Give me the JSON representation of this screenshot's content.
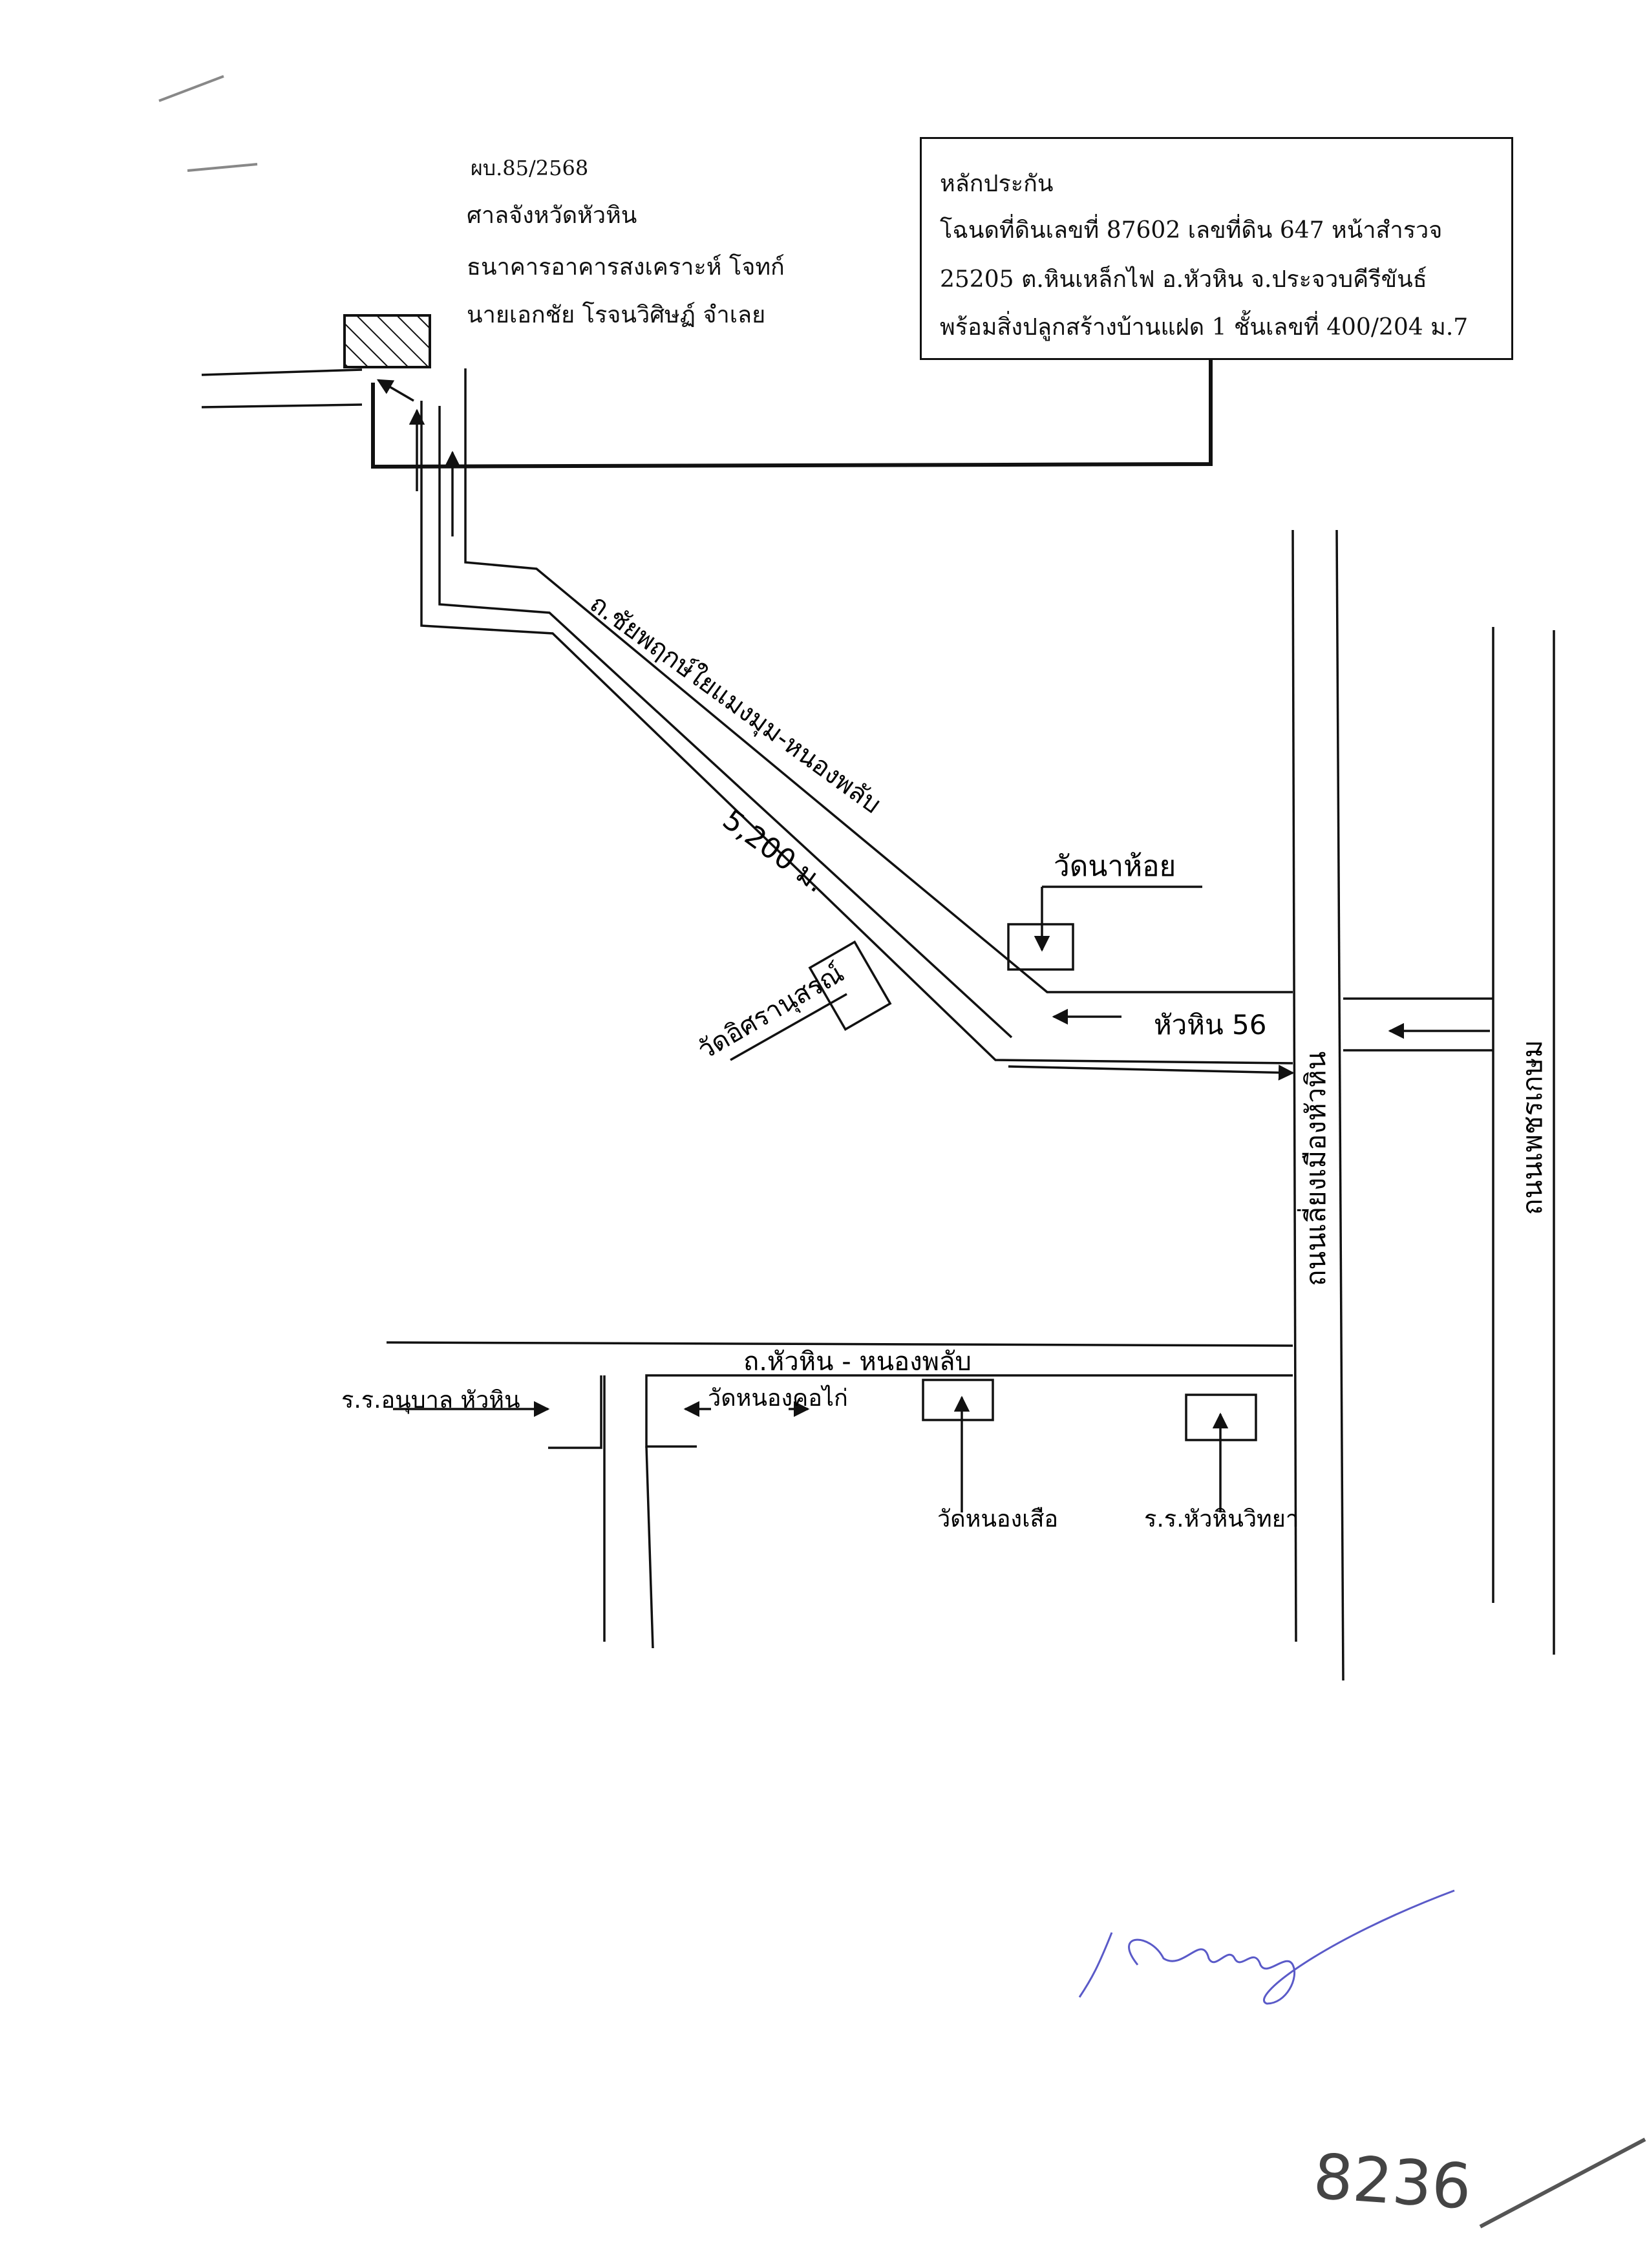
{
  "case": {
    "number": "ผบ.85/2568",
    "court": "ศาลจังหวัดหัวหิน",
    "plaintiff": "ธนาคารอาคารสงเคราะห์   โจทก์",
    "defendant": "นายเอกชัย โรจนวิศิษฏ์ จำเลย"
  },
  "collateral": {
    "title": "หลักประกัน",
    "line1": "โฉนดที่ดินเลขที่ 87602 เลขที่ดิน 647 หน้าสำรวจ",
    "line2": "25205  ต.หินเหล็กไฟ อ.หัวหิน จ.ประจวบคีรีขันธ์",
    "line3": "พร้อมสิ่งปลูกสร้างบ้านแฝด 1 ชั้นเลขที่ 400/204  ม.7"
  },
  "map_labels": {
    "diagonal_road": "ถ.ชัยพฤกษ์ใยแมงมุม-หนองพลับ",
    "distance": "5,200 ม.",
    "temple_right": "วัดนาห้อย",
    "temple_left": "วัดอิศรานุสรณ์",
    "hua_hin_road": "หัวหิน 56",
    "main_road_vertical": "ถนนเลี่ยงเมืองหัวหิน",
    "right_road_vertical": "ถนนเพชรเกษม",
    "bottom_road": "ถ.หัวหิน - หนองพลับ",
    "school_left": "ร.ร.อนุบาล หัวหิน",
    "temple_bottom_left": "วัดหนองคอไก่",
    "temple_bottom_mid": "วัดหนองเสือ",
    "school_bottom_right": "ร.ร.หัวหินวิทยา"
  },
  "annotations": {
    "page_number": "8236"
  }
}
